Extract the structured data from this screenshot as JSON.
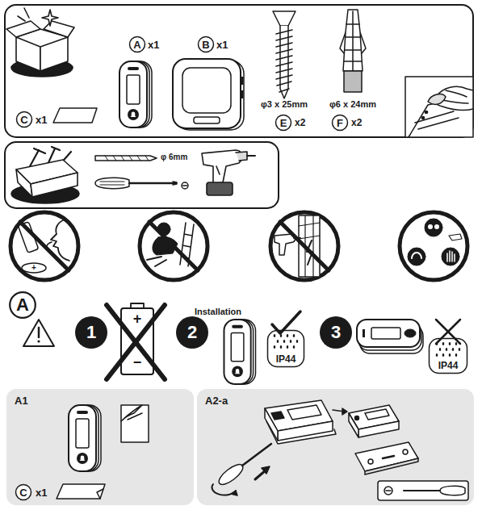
{
  "diagram": {
    "nodes": [
      {
        "text": [
          "A"
        ]
      },
      {
        "text": [
          "B"
        ]
      },
      {
        "text": [
          "C"
        ]
      },
      {
        "text": [
          "E"
        ]
      },
      {
        "text": [
          "F"
        ]
      },
      {
        "text": [
          "A"
        ]
      },
      {
        "text": [
          "1"
        ]
      },
      {
        "text": [
          "2"
        ]
      },
      {
        "text": [
          "3"
        ]
      },
      {
        "text": [
          "IP44"
        ]
      },
      {
        "text": [
          "IP44"
        ]
      },
      {
        "text": [
          "A1"
        ]
      },
      {
        "text": [
          "C"
        ],
        "in": 11
      },
      {
        "text": [
          "A2-a"
        ]
      }
    ],
    "labels": [
      "x1",
      "x1",
      "x1",
      "φ3 x 25mm",
      "x2",
      "φ6 x 24mm",
      "x2",
      "φ 6mm",
      "+",
      "+",
      "−",
      "Installation",
      "x1"
    ]
  }
}
